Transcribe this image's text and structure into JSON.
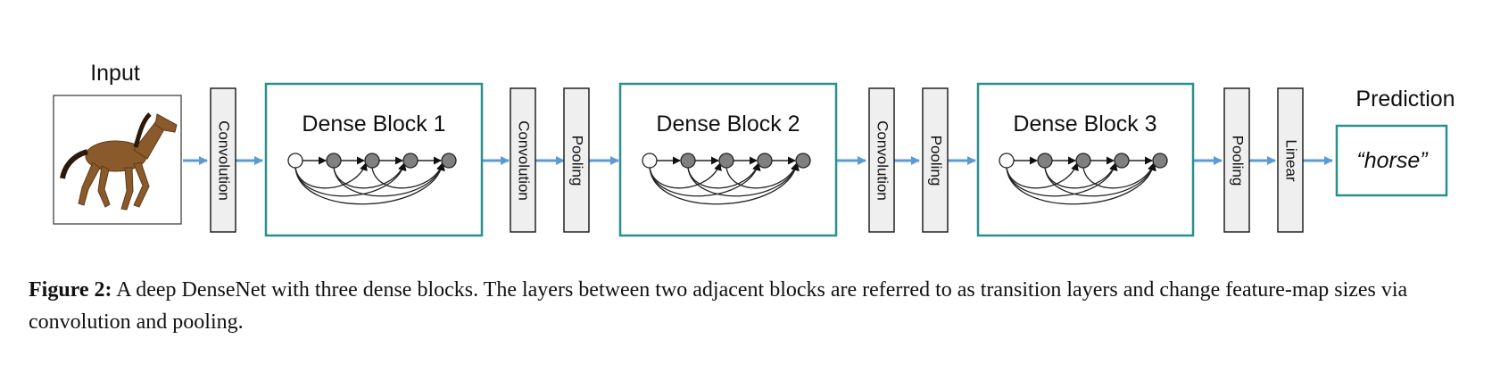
{
  "input_label": "Input",
  "input_image": "horse-photo",
  "layers": {
    "conv1": "Convolution",
    "block1": "Dense Block 1",
    "conv2": "Convolution",
    "pool2": "Pooling",
    "block2": "Dense Block 2",
    "conv3": "Convolution",
    "pool3": "Pooling",
    "block3": "Dense Block 3",
    "pool4": "Pooling",
    "linear": "Linear"
  },
  "prediction_label": "Prediction",
  "prediction_value": "“horse”",
  "caption": {
    "label": "Figure 2:",
    "text": " A deep DenseNet with three dense blocks. The layers between two adjacent blocks are referred to as transition layers and change feature-map sizes via convolution and pooling."
  },
  "colors": {
    "block_border": "#2a8f8f",
    "arrow": "#5b9bd5",
    "node_fill": "#808080",
    "layer_fill": "#efefef"
  }
}
